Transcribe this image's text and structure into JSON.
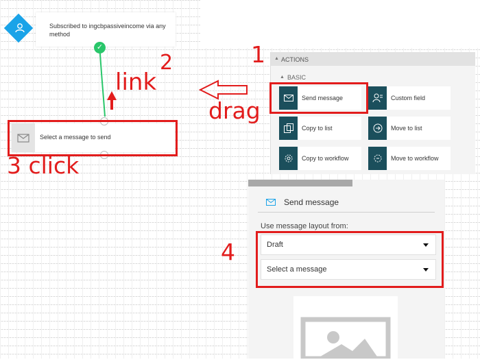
{
  "trigger": {
    "text": "Subscribed to ingcbpassiveincome via any method",
    "icon": "user-icon"
  },
  "action_node": {
    "text": "Select a message to send",
    "icon": "envelope-icon"
  },
  "annotations": {
    "step1": "1",
    "step2": "2",
    "link": "link",
    "drag": "drag",
    "step3": "3 click",
    "step4": "4"
  },
  "actions_panel": {
    "header": "ACTIONS",
    "section": "BASIC",
    "items": [
      {
        "label": "Send message",
        "icon": "envelope-icon"
      },
      {
        "label": "Custom field",
        "icon": "user-field-icon"
      },
      {
        "label": "Copy to list",
        "icon": "copy-icon"
      },
      {
        "label": "Move to list",
        "icon": "arrow-circle-icon"
      },
      {
        "label": "Copy to workflow",
        "icon": "gear-copy-icon"
      },
      {
        "label": "Move to workflow",
        "icon": "gear-move-icon"
      }
    ]
  },
  "properties": {
    "title": "Send message",
    "layout_label": "Use message layout from:",
    "layout_select": "Draft",
    "message_select": "Select a message"
  },
  "colors": {
    "accent": "#1aa3e8",
    "annotation": "#e21c1c",
    "tile_icon": "#1b4f5c",
    "success": "#29c66a"
  }
}
